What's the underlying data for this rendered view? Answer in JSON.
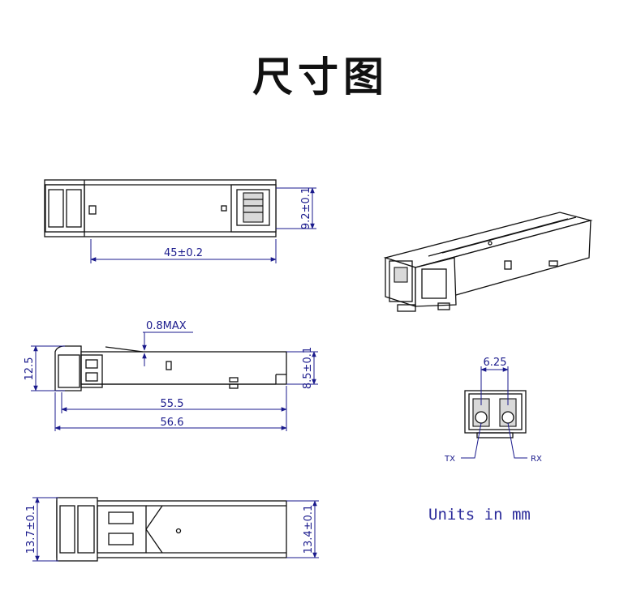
{
  "title": "尺寸图",
  "top_view": {
    "width_label": "45±0.2",
    "height_label": "9.2±0.1"
  },
  "side_view": {
    "max_label": "0.8MAX",
    "height_left_label": "12.5",
    "height_right_label": "8.5±0.1",
    "length1_label": "55.5",
    "length2_label": "56.6"
  },
  "bottom_view": {
    "left_label": "13.7±0.1",
    "right_label": "13.4±0.1"
  },
  "front_view": {
    "width_label": "6.25",
    "tx_label": "TX",
    "rx_label": "RX"
  },
  "units_label": "Units in mm"
}
